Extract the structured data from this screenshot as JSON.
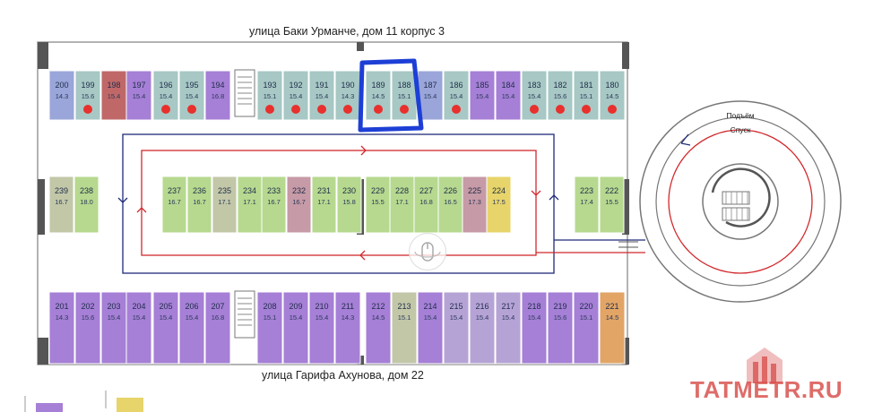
{
  "streets": {
    "top": "улица Баки Урманче, дом 11 корпус 3",
    "bottom": "улица Гарифа Ахунова, дом 22"
  },
  "ramp": {
    "up": "Подъём",
    "down": "Спуск"
  },
  "watermark": "TATMETR.RU",
  "colors": {
    "green": "#b6d98f",
    "blue": "#9aa5d9",
    "purple": "#a67fd6",
    "teal": "#a7c8c4",
    "lilac": "#b6a3d6",
    "olive": "#c2c7a8",
    "red": "#c06868",
    "rose": "#c69aa6",
    "yellow": "#e7d46a",
    "orange": "#e2a566",
    "sold_dot": "#e8302d",
    "highlight": "#1d3fd6",
    "route_blue": "#1f2a7a",
    "route_red": "#d1282c"
  },
  "spaces_top": [
    {
      "number": "200",
      "area": "14.3",
      "color": "blue",
      "sold": false
    },
    {
      "number": "199",
      "area": "15.6",
      "color": "teal",
      "sold": true
    },
    {
      "number": "198",
      "area": "15.4",
      "color": "red",
      "sold": false
    },
    {
      "number": "197",
      "area": "15.4",
      "color": "purple",
      "sold": false
    },
    {
      "number": "196",
      "area": "15.4",
      "color": "teal",
      "sold": true
    },
    {
      "number": "195",
      "area": "15.4",
      "color": "teal",
      "sold": true
    },
    {
      "number": "194",
      "area": "16.8",
      "color": "purple",
      "sold": false
    },
    {
      "number": "193",
      "area": "15.1",
      "color": "teal",
      "sold": true
    },
    {
      "number": "192",
      "area": "15.4",
      "color": "teal",
      "sold": true
    },
    {
      "number": "191",
      "area": "15.4",
      "color": "teal",
      "sold": true
    },
    {
      "number": "190",
      "area": "14.3",
      "color": "teal",
      "sold": true
    },
    {
      "number": "189",
      "area": "14.5",
      "color": "teal",
      "sold": true
    },
    {
      "number": "188",
      "area": "15.1",
      "color": "teal",
      "sold": true
    },
    {
      "number": "187",
      "area": "15.4",
      "color": "blue",
      "sold": false
    },
    {
      "number": "186",
      "area": "15.4",
      "color": "teal",
      "sold": true
    },
    {
      "number": "185",
      "area": "15.4",
      "color": "purple",
      "sold": false
    },
    {
      "number": "184",
      "area": "15.4",
      "color": "purple",
      "sold": false
    },
    {
      "number": "183",
      "area": "15.4",
      "color": "teal",
      "sold": true
    },
    {
      "number": "182",
      "area": "15.6",
      "color": "teal",
      "sold": true
    },
    {
      "number": "181",
      "area": "15.1",
      "color": "teal",
      "sold": true
    },
    {
      "number": "180",
      "area": "14.5",
      "color": "teal",
      "sold": true
    }
  ],
  "spaces_mid_left": [
    {
      "number": "239",
      "area": "16.7",
      "color": "olive"
    },
    {
      "number": "238",
      "area": "18.0",
      "color": "green"
    }
  ],
  "spaces_mid": [
    {
      "number": "237",
      "area": "16.7",
      "color": "green"
    },
    {
      "number": "236",
      "area": "16.7",
      "color": "green"
    },
    {
      "number": "235",
      "area": "17.1",
      "color": "olive"
    },
    {
      "number": "234",
      "area": "17.1",
      "color": "green"
    },
    {
      "number": "233",
      "area": "16.7",
      "color": "green"
    },
    {
      "number": "232",
      "area": "16.7",
      "color": "rose"
    },
    {
      "number": "231",
      "area": "17.1",
      "color": "green"
    },
    {
      "number": "230",
      "area": "15.8",
      "color": "green"
    },
    {
      "number": "229",
      "area": "15.5",
      "color": "green"
    },
    {
      "number": "228",
      "area": "17.1",
      "color": "green"
    },
    {
      "number": "227",
      "area": "16.8",
      "color": "green"
    },
    {
      "number": "226",
      "area": "16.5",
      "color": "green"
    },
    {
      "number": "225",
      "area": "17.3",
      "color": "rose"
    },
    {
      "number": "224",
      "area": "17.5",
      "color": "yellow"
    }
  ],
  "spaces_mid_right": [
    {
      "number": "223",
      "area": "17.4",
      "color": "green"
    },
    {
      "number": "222",
      "area": "15.5",
      "color": "green"
    }
  ],
  "spaces_bottom": [
    {
      "number": "201",
      "area": "14.3",
      "color": "purple"
    },
    {
      "number": "202",
      "area": "15.6",
      "color": "purple"
    },
    {
      "number": "203",
      "area": "15.4",
      "color": "purple"
    },
    {
      "number": "204",
      "area": "15.4",
      "color": "purple"
    },
    {
      "number": "205",
      "area": "15.4",
      "color": "purple"
    },
    {
      "number": "206",
      "area": "15.4",
      "color": "purple"
    },
    {
      "number": "207",
      "area": "16.8",
      "color": "purple"
    },
    {
      "number": "208",
      "area": "15.1",
      "color": "purple"
    },
    {
      "number": "209",
      "area": "15.4",
      "color": "purple"
    },
    {
      "number": "210",
      "area": "15.4",
      "color": "purple"
    },
    {
      "number": "211",
      "area": "14.3",
      "color": "purple"
    },
    {
      "number": "212",
      "area": "14.5",
      "color": "purple"
    },
    {
      "number": "213",
      "area": "15.1",
      "color": "olive"
    },
    {
      "number": "214",
      "area": "15.4",
      "color": "purple"
    },
    {
      "number": "215",
      "area": "15.4",
      "color": "lilac"
    },
    {
      "number": "216",
      "area": "15.4",
      "color": "lilac"
    },
    {
      "number": "217",
      "area": "15.4",
      "color": "lilac"
    },
    {
      "number": "218",
      "area": "15.4",
      "color": "purple"
    },
    {
      "number": "219",
      "area": "15.6",
      "color": "purple"
    },
    {
      "number": "220",
      "area": "15.1",
      "color": "purple"
    },
    {
      "number": "221",
      "area": "14.5",
      "color": "orange"
    }
  ],
  "legend": [
    {
      "color": "purple"
    },
    {
      "color": "yellow"
    }
  ]
}
